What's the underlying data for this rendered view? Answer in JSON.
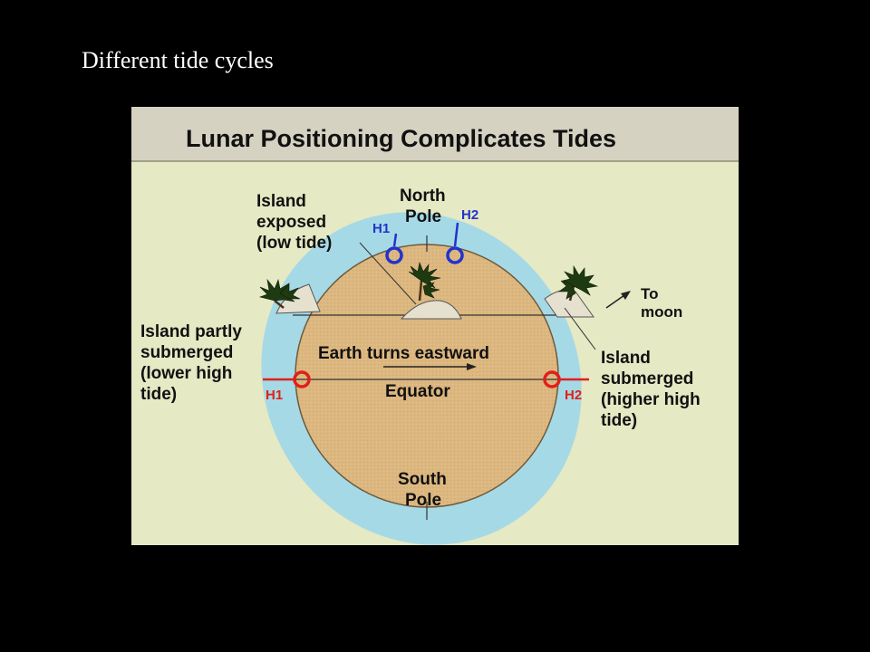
{
  "slide": {
    "title": "Different tide cycles"
  },
  "figure": {
    "header": "Lunar Positioning Complicates Tides",
    "labels": {
      "island_exposed": [
        "Island",
        "exposed",
        "(low tide)"
      ],
      "north_pole": [
        "North",
        "Pole"
      ],
      "h1_top": "H1",
      "h2_top": "H2",
      "to_moon": [
        "To",
        "moon"
      ],
      "island_partly": [
        "Island partly",
        "submerged",
        "(lower high",
        "tide)"
      ],
      "earth_turns": "Earth turns eastward",
      "equator": "Equator",
      "h1_left": "H1",
      "h2_right": "H2",
      "island_submerged": [
        "Island",
        "submerged",
        "(higher high",
        "tide)"
      ],
      "south_pole": [
        "South",
        "Pole"
      ]
    }
  },
  "colors": {
    "figure_background": "#e5e9c4",
    "header_background": "#d6d2c2",
    "water": "#a6d9e6",
    "earth": "#dcb780",
    "tide_high_marker": "#e0201a",
    "tide_top_marker": "#2233cc"
  }
}
